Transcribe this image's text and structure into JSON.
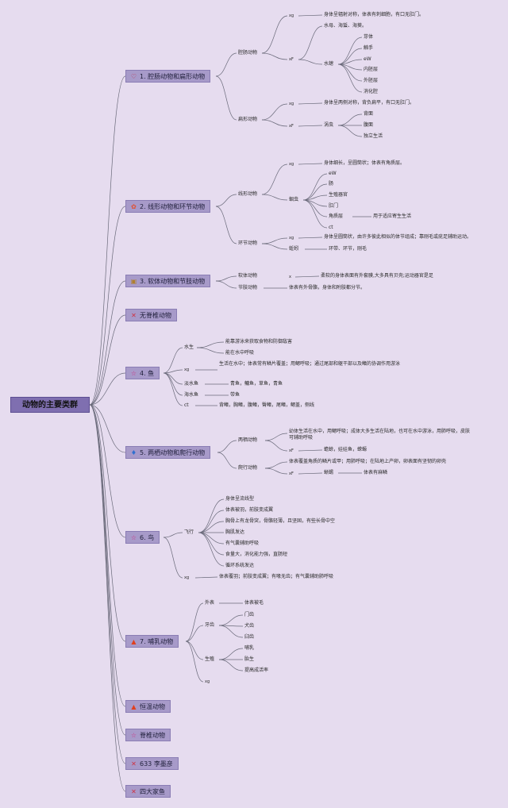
{
  "root": "动物的主要类群",
  "colors": {
    "background": "#e6dcef",
    "node": "#a79ac9",
    "root": "#7f6fb0",
    "line": "#6a6a7a"
  },
  "icons": {
    "heart": "heart-icon",
    "flower": "flower-icon",
    "medal": "medal-icon",
    "tools": "tools-icon",
    "star": "star-icon",
    "drop": "drop-icon",
    "fire": "fire-icon"
  },
  "branches": {
    "b1": "1. 腔肠动物和扁形动物",
    "b2": "2. 线形动物和环节动物",
    "b3": "3. 软体动物和节肢动物",
    "b4": "无脊椎动物",
    "b5": "4. 鱼",
    "b6": "5. 两栖动物和爬行动物",
    "b7": "6. 鸟",
    "b8": "7. 哺乳动物",
    "b9": "恒温动物",
    "b10": "脊椎动物",
    "b11": "633 李墨彦",
    "b12": "四大家鱼"
  },
  "nodes": {
    "n1": "腔肠动物",
    "n2": "xg",
    "n3": "身体呈辐射对称，体表有刺细胞，有口无肛门。",
    "n4": "xF",
    "n5": "水母、海蜇、海葵。",
    "n6": "水螅",
    "n7": "芽体",
    "n8": "触手",
    "n9": "eW",
    "n10": "内胚层",
    "n11": "外胚层",
    "n12": "消化腔",
    "n13": "扁形动物",
    "n14": "xg",
    "n15": "身体呈两侧对称，背负扁平，有口无肛门。",
    "n16": "xF",
    "n17": "涡虫",
    "n18": "背面",
    "n19": "腹面",
    "n20": "独立生活",
    "n21": "线形动物",
    "n22": "xg",
    "n23": "身体细长，呈圆筒状；体表有角质层。",
    "n24": "蛔虫",
    "n25": "eW",
    "n26": "肠",
    "n27": "生殖器官",
    "n28": "肛门",
    "n29": "角质层",
    "n30": "用于适应寄生生活",
    "n31": "ct",
    "n32": "环节动物",
    "n33": "xg",
    "n34": "身体呈圆筒状，由许多彼此相似的体节组成；靠刚毛或疣足辅助运动。",
    "n35": "蚯蚓",
    "n36": "环带、环节，刚毛",
    "n37": "软体动物",
    "n38": "x",
    "n39": "柔软的身体表面有外套膜,大多具有贝壳;运动器官是足",
    "n40": "节肢动物",
    "n41": "体表有外骨骼，身体和附肢都分节。",
    "n42": "水生",
    "n43": "能靠游泳来获取食物和防御敌害",
    "n44": "能在水中呼吸",
    "n45": "xg",
    "n46": "生活在水中；体表常有鳞片覆盖；用鳃呼吸；通过尾部和躯干部以及鳍的协调作用游泳",
    "n47": "淡水鱼",
    "n48": "青鱼，鳙鱼，草鱼，青鱼",
    "n49": "海水鱼",
    "n50": "带鱼",
    "n51": "ct",
    "n52": "背鳍，胸鳍，腹鳍，臀鳍，尾鳍，鳃盖，侧线",
    "n53": "两栖动物",
    "n54": "幼体生活在水中，用鳃呼吸；成体大多生活在陆地，也可在水中游泳，用肺呼吸，皮肤可辅助呼吸",
    "n55": "xF",
    "n56": "蟾蜍，娃娃鱼，蝾螈",
    "n57": "爬行动物",
    "n58": "体表覆盖角质的鳞片或甲；用肺呼吸；在陆地上产卵，卵表面有坚韧的卵壳",
    "n59": "xF",
    "n60": "蜥蜴",
    "n61": "体表有麻鳞",
    "n62": "飞行",
    "n63": "身体呈流线型",
    "n64": "体表被羽，前肢变成翼",
    "n65": "胸骨上有龙骨突，骨骼轻薄，且坚固，有些长骨中空",
    "n66": "胸肌发达",
    "n67": "有气囊辅助呼吸",
    "n68": "食量大，消化能力强，直肠短",
    "n69": "循环系统发达",
    "n70": "xg",
    "n71": "体表覆羽；前肢变成翼；有喙无齿；有气囊辅助肺呼吸",
    "n72": "外表",
    "n73": "体表被毛",
    "n74": "牙齿",
    "n75": "门齿",
    "n76": "犬齿",
    "n77": "臼齿",
    "n78": "生殖",
    "n79": "哺乳",
    "n80": "胎生",
    "n81": "提高成活率",
    "n82": "xg"
  }
}
